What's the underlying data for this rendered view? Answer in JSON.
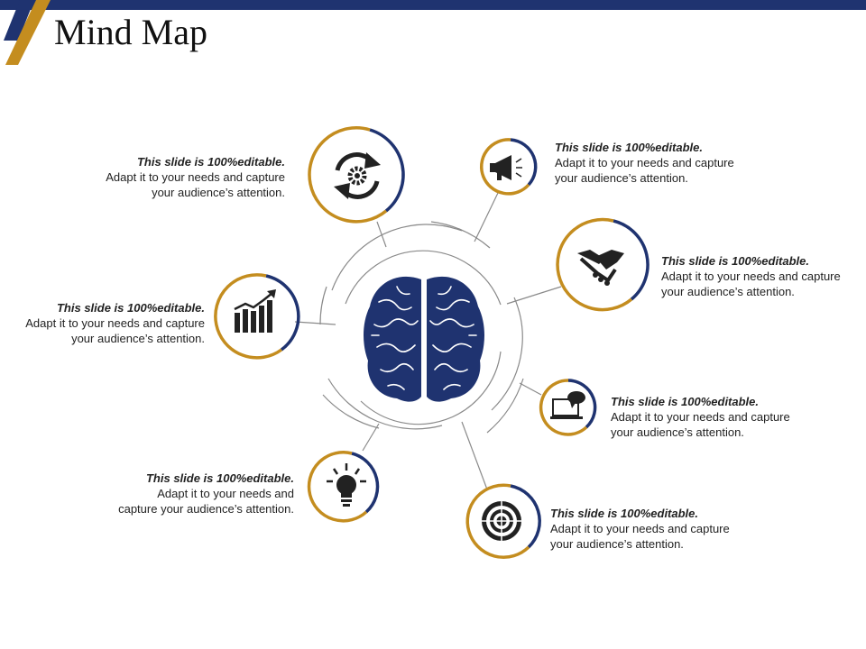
{
  "title": "Mind Map",
  "colors": {
    "navy": "#1f3370",
    "gold": "#c48d1f",
    "brain": "#1f3370",
    "icon": "#222222"
  },
  "center": {
    "icon": "brain-icon"
  },
  "nodes": [
    {
      "icon": "gear-cycle-icon",
      "heading": "This slide is 100%editable.",
      "body_lines": [
        "Adapt it to your needs and capture",
        "your audience’s attention."
      ]
    },
    {
      "icon": "megaphone-icon",
      "heading": "This slide is 100%editable.",
      "body_lines": [
        "Adapt it to your needs and capture",
        "your audience’s attention."
      ]
    },
    {
      "icon": "handshake-icon",
      "heading": "This slide is 100%editable.",
      "body_lines": [
        "Adapt it to your needs and capture",
        "your audience’s attention."
      ]
    },
    {
      "icon": "bar-chart-growth-icon",
      "heading": "This slide is 100%editable.",
      "body_lines": [
        "Adapt it to your needs and capture",
        "your audience’s attention."
      ]
    },
    {
      "icon": "laptop-chat-icon",
      "heading": "This slide is 100%editable.",
      "body_lines": [
        "Adapt it to your needs and capture",
        "your audience’s attention."
      ]
    },
    {
      "icon": "lightbulb-icon",
      "heading": "This slide is 100%editable.",
      "body_lines": [
        "Adapt it to your needs and",
        "capture your audience’s attention."
      ]
    },
    {
      "icon": "target-icon",
      "heading": "This slide is 100%editable.",
      "body_lines": [
        "Adapt it to your needs and capture",
        "your audience’s attention."
      ]
    }
  ]
}
